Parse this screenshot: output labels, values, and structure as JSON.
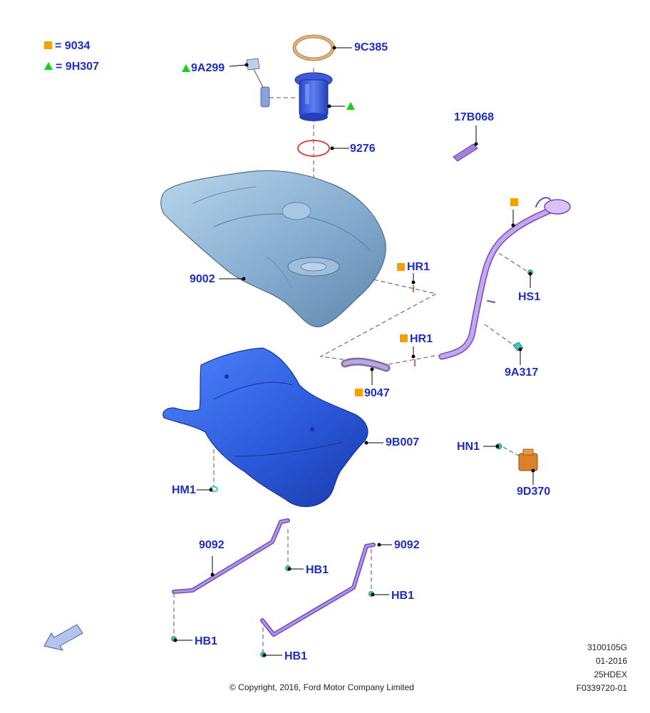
{
  "legend": {
    "square_label": "9034",
    "triangle_label": "9H307",
    "square_color": "#f4a100",
    "triangle_color": "#17d017"
  },
  "labels": {
    "gasket": "9C385",
    "sender": "9A299",
    "oring": "9276",
    "filler_hose": "17B068",
    "tank": "9002",
    "hr1_upper": "HR1",
    "hr1_lower": "HR1",
    "hs1": "HS1",
    "clip_9a317": "9A317",
    "hose_9047": "9047",
    "shield": "9B007",
    "hn1": "HN1",
    "valve_9d370": "9D370",
    "hm1": "HM1",
    "strap_left": "9092",
    "strap_right": "9092",
    "hb1_a": "HB1",
    "hb1_b": "HB1",
    "hb1_c": "HB1",
    "hb1_d": "HB1"
  },
  "meta": {
    "line1": "3100105G",
    "line2": "01-2016",
    "line3": "25HDEX",
    "line4": "F0339720-01"
  },
  "copyright": "© Copyright, 2016, Ford Motor Company Limited",
  "colors": {
    "label": "#1f2dbf",
    "tank": "#8fb7d6",
    "shield": "#2f5fe0",
    "filler": "#b08ae0",
    "strap": "#9b6fd8",
    "gasket": "#d7a36a",
    "oring": "#e2504a",
    "valve": "#d9822b",
    "clip": "#3ec6c0"
  }
}
